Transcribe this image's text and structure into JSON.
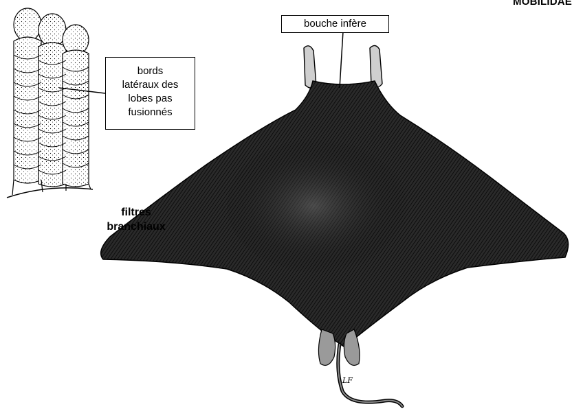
{
  "header": "MOBILIDAE",
  "labels": {
    "mouth": "bouche infère",
    "lobes": [
      "bords",
      "latéraux des",
      "lobes pas",
      "fusionnés"
    ],
    "filters": [
      "filtres",
      "branchiaux"
    ]
  },
  "signature": "LF",
  "colors": {
    "ink": "#000000",
    "body": "#1e1e1e",
    "paper": "#ffffff"
  }
}
